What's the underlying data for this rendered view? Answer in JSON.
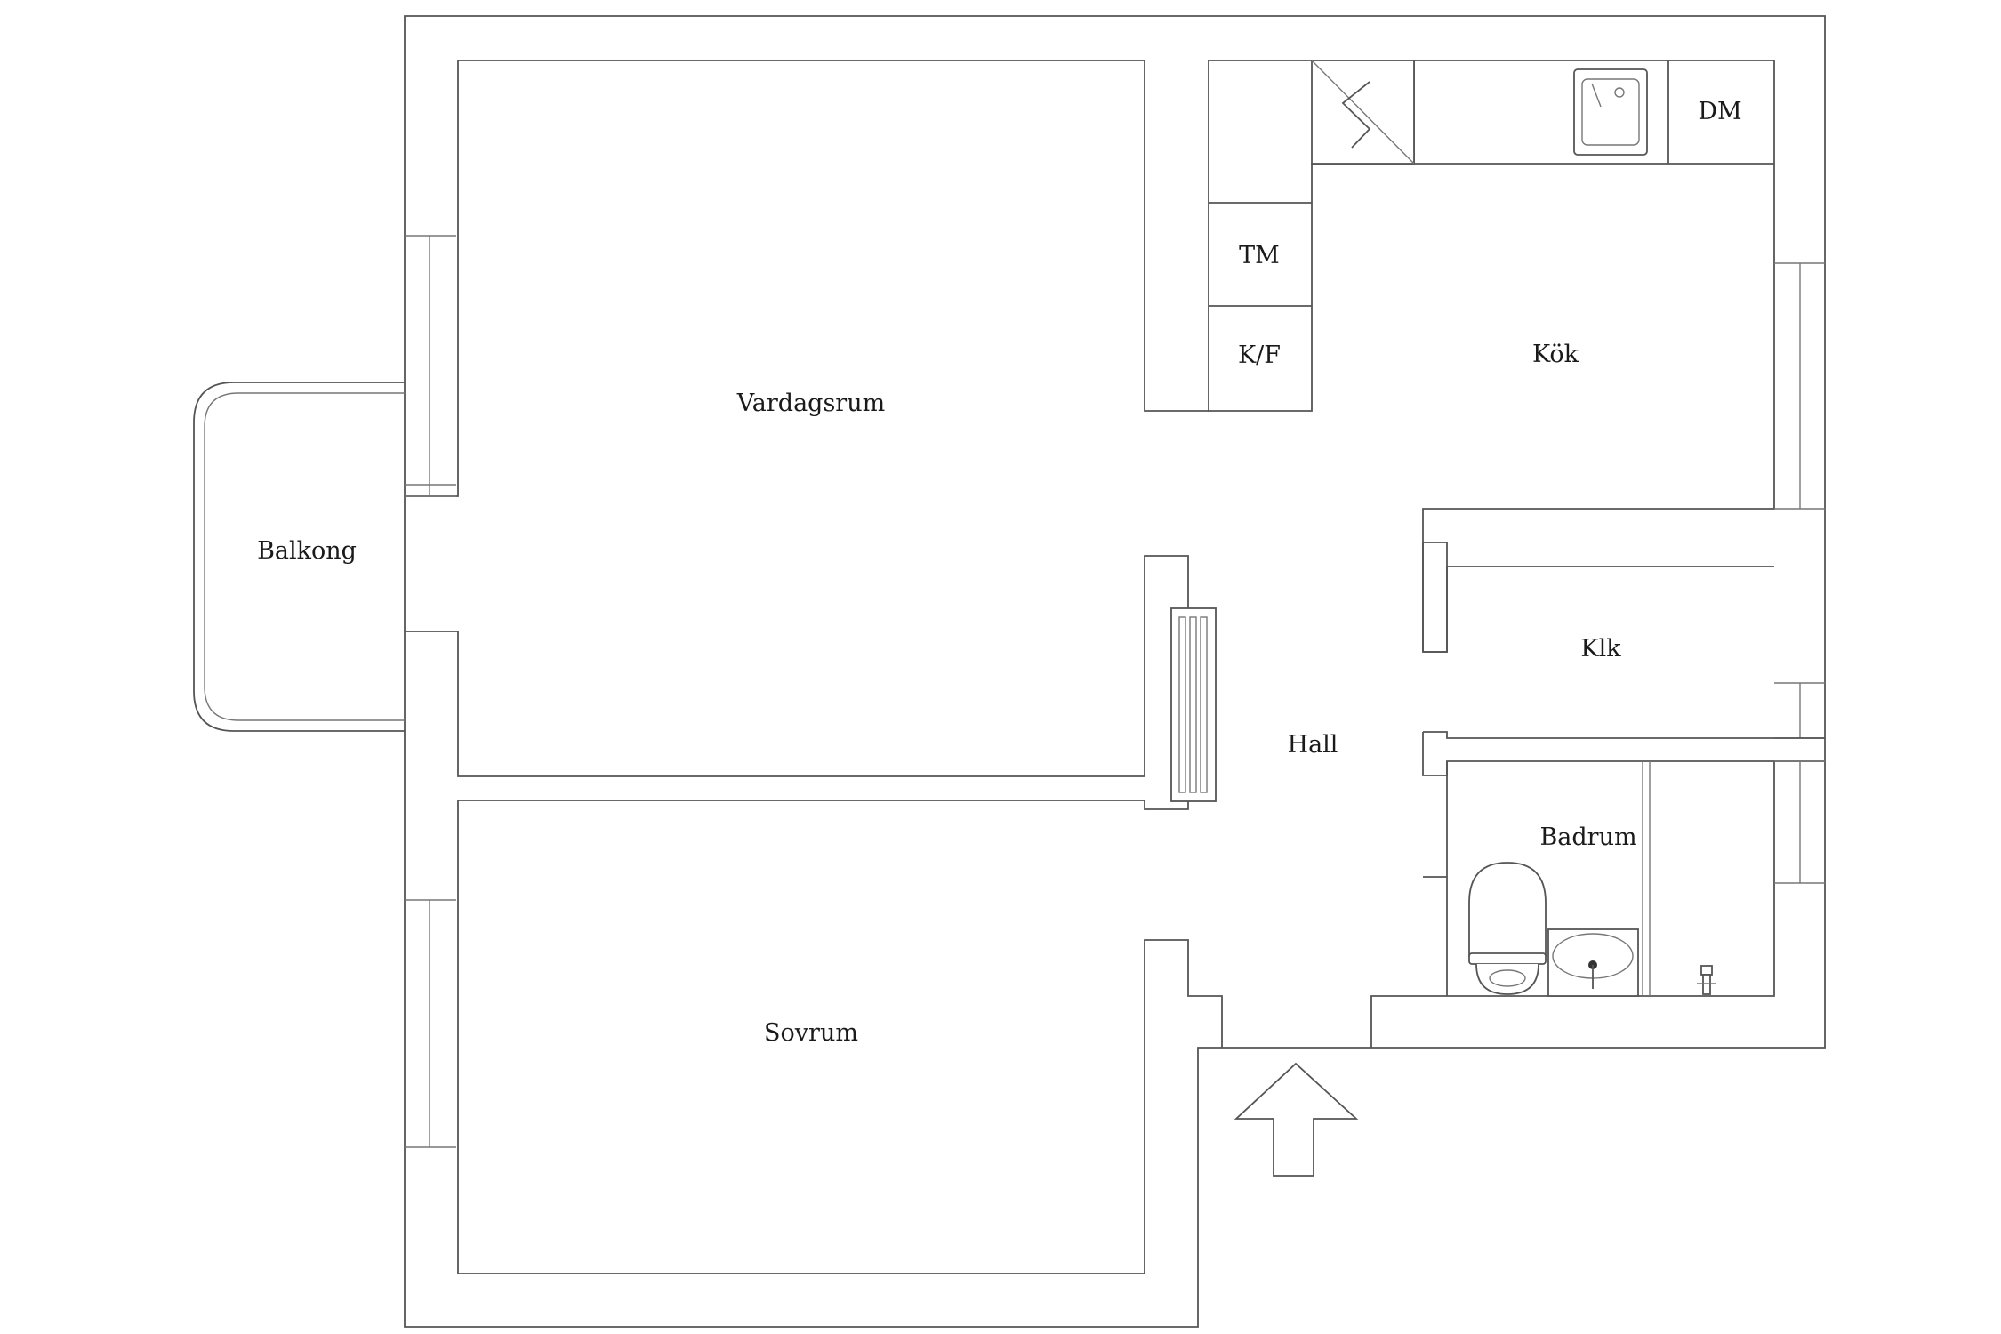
{
  "rooms": {
    "vardagsrum": "Vardagsrum",
    "kok": "Kök",
    "balkong": "Balkong",
    "hall": "Hall",
    "klk": "Klk",
    "badrum": "Badrum",
    "sovrum": "Sovrum"
  },
  "appliances": {
    "tm": "TM",
    "kf": "K/F",
    "dm": "DM"
  },
  "icons": {
    "stove": "stove-icon",
    "sink": "kitchen-sink-icon",
    "toilet": "toilet-icon",
    "basin": "washbasin-icon",
    "shower": "shower-icon",
    "radiator": "radiator-icon",
    "entrance": "entrance-arrow-icon"
  },
  "colors": {
    "line": "#555555",
    "background": "#ffffff",
    "text": "#1a1a1a"
  }
}
